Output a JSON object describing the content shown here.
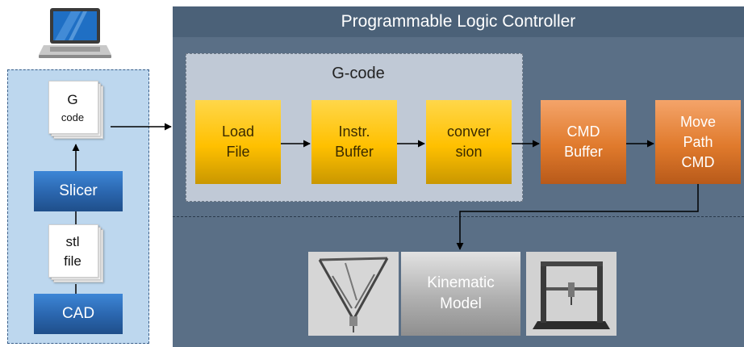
{
  "pc": {
    "gcode_doc": {
      "line1": "G",
      "line2": "code"
    },
    "slicer_label": "Slicer",
    "stl_doc": {
      "line1": "stl",
      "line2": "file"
    },
    "cad_label": "CAD"
  },
  "plc": {
    "title": "Programmable Logic Controller",
    "gcode_group_label": "G-code",
    "blocks": {
      "load_file": {
        "line1": "Load",
        "line2": "File"
      },
      "instr_buffer": {
        "line1": "Instr.",
        "line2": "Buffer"
      },
      "conversion": {
        "line1": "conver",
        "line2": "sion"
      },
      "cmd_buffer": {
        "line1": "CMD",
        "line2": "Buffer"
      },
      "move_path": {
        "line1": "Move",
        "line2": "Path",
        "line3": "CMD"
      }
    },
    "kinematic": {
      "line1": "Kinematic",
      "line2": "Model"
    }
  },
  "colors": {
    "plc_panel": "#5a6f86",
    "plc_header": "#4b6178",
    "pc_panel": "#bdd7ee",
    "blue_block": "#2a65ad",
    "yellow_block": "#ffc000",
    "orange_block": "#e07a2c",
    "gcode_group": "#c0c9d6"
  },
  "icons": [
    "laptop-icon",
    "delta-robot-image",
    "gantry-robot-image"
  ]
}
